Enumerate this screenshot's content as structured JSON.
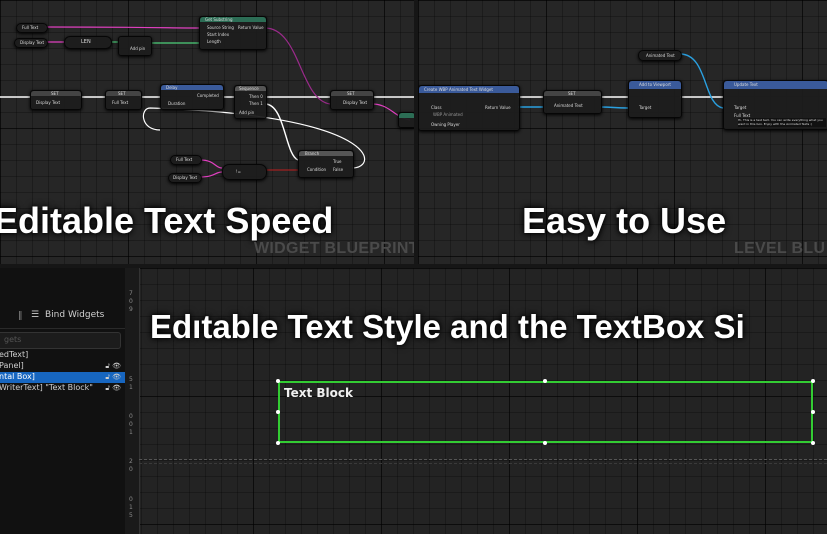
{
  "titles": {
    "widget_blueprint": "Editable Text Speed",
    "level_blueprint": "Easy to Use",
    "designer": "Edıtable Text Style and the TextBox Si"
  },
  "watermarks": {
    "widget": "WIDGET BLUEPRINT",
    "level": "LEVEL BLU"
  },
  "widget_graph": {
    "nodes": {
      "full_text": "Full Text",
      "display_text": "Display Text",
      "len": "LEN",
      "add_pin": "Add pin",
      "get_substring": "Get Substring",
      "source_string": "Source String",
      "return_value": "Return Value",
      "start_index": "Start Index",
      "length": "Length",
      "set1": "SET",
      "set2": "SET",
      "set3": "SET",
      "display_text2": "Display Text",
      "full_text2": "Full Text",
      "delay": "Delay",
      "completed": "Completed",
      "duration": "Duration",
      "sequence": "Sequence",
      "then0": "Then 0",
      "then1": "Then 1",
      "add_pin2": "Add pin",
      "branch": "Branch",
      "condition": "Condition",
      "true": "True",
      "false": "False",
      "full_text3": "Full Text",
      "display_text3": "Display Text",
      "display_text4": "Display Text"
    }
  },
  "level_graph": {
    "nodes": {
      "create_widget": "Create WBP Animated Text Widget",
      "class": "Class",
      "class_value": "WBP Animated",
      "return_value": "Return Value",
      "owning_player": "Owning Player",
      "set": "SET",
      "animated_text": "Animated Text",
      "animated_text_var": "Animated Text",
      "add_to_viewport": "Add to Viewport",
      "target": "Target",
      "update_text": "Update Text",
      "target2": "Target",
      "full_text": "Full Text",
      "full_text_value": "Hi, This is a test text. You can write everything what you want in this box. Enjoy with the Animated Texts :)"
    }
  },
  "hierarchy": {
    "tab_label": "Bind Widgets",
    "search_placeholder": "gets",
    "rows": [
      {
        "label": "edText]",
        "selected": false,
        "icons": false
      },
      {
        "label": "Panel]",
        "selected": false,
        "icons": true
      },
      {
        "label": "ntal Box]",
        "selected": true,
        "icons": true
      },
      {
        "label": "WriterText] \"Text Block\"",
        "selected": false,
        "icons": true
      }
    ]
  },
  "designer": {
    "text_block_label": "Text Block",
    "ruler_labels": [
      "7",
      "0",
      "9",
      "5",
      "1",
      "0",
      "0",
      "1",
      "2",
      "0",
      "0",
      "1",
      "5"
    ]
  },
  "colors": {
    "selection": "#1766c0",
    "textbox_border": "#33cc33",
    "exec_wire": "#ffffff",
    "string_wire": "#e040c0",
    "object_wire": "#2aa0e0"
  }
}
